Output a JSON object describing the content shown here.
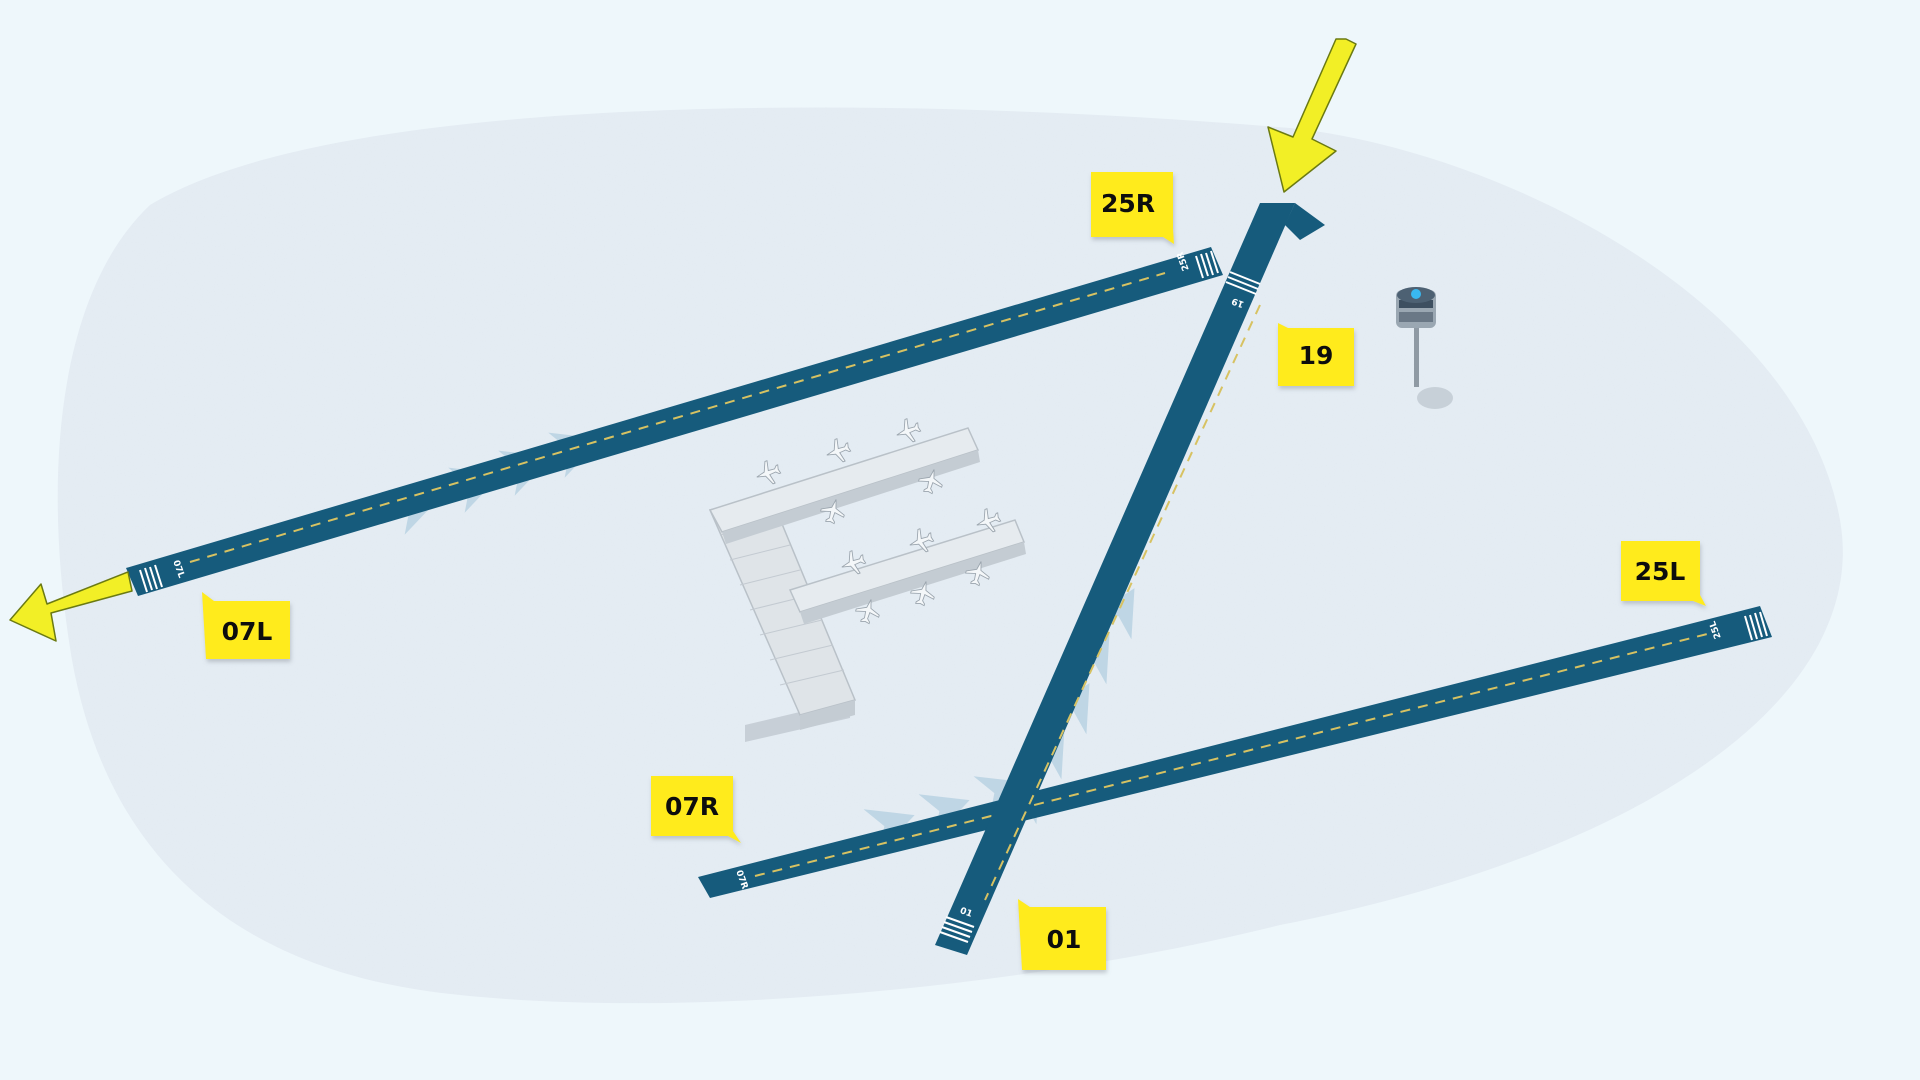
{
  "runway_labels": {
    "r25R": "25R",
    "r19": "19",
    "r07L": "07L",
    "r25L": "25L",
    "r07R": "07R",
    "r01": "01"
  },
  "runway_numbers": {
    "r25R": "25R",
    "r19": "19",
    "r07L": "07L",
    "r25L": "25L",
    "r07R": "07R",
    "r01": "01"
  },
  "colors": {
    "background": "#eef7fb",
    "ground": "#e4ecf3",
    "runway": "#165b7c",
    "centerline": "#d7c262",
    "label_fill": "#ffeb1c",
    "arrow_fill": "#f2ef26",
    "arrow_stroke": "#6b7a12",
    "terminal": "#d9dfe4",
    "approach_chevron": "#b8d2e2"
  },
  "icons": {
    "arrival_arrow": "arrow-icon",
    "departure_arrow": "arrow-icon",
    "control_tower": "control-tower-icon",
    "aircraft": "airplane-icon"
  }
}
